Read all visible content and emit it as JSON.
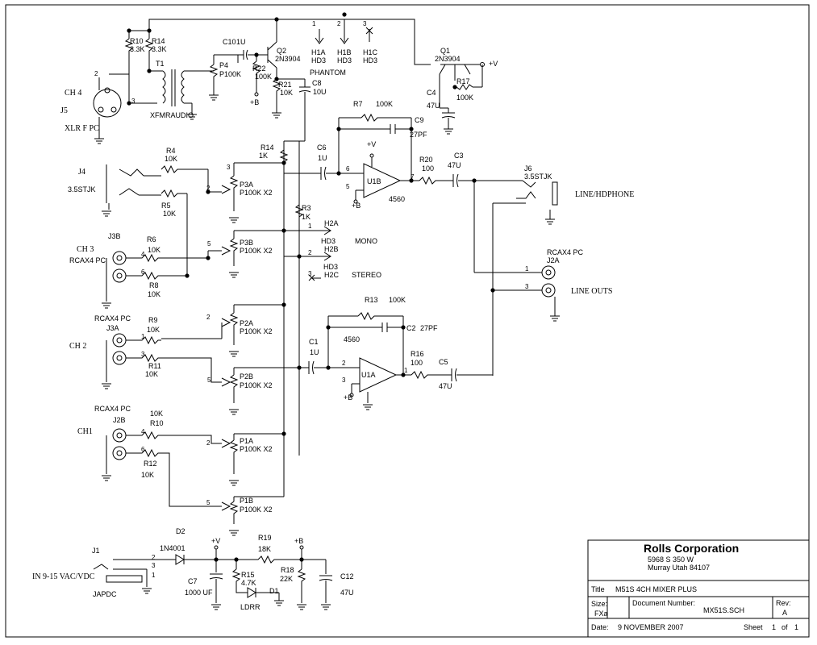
{
  "connector_labels": {
    "ch4": "CH 4",
    "j5": "J5",
    "xlr": "XLR F PC",
    "xfmr": "XFMRAUDIO",
    "t1": "T1",
    "j4": "J4",
    "j4_type": "3.5STJK",
    "ch3": "CH 3",
    "j3b": "J3B",
    "rcax4_ch3": "RCAX4 PC",
    "rcax4_ch2": "RCAX4 PC",
    "j3a": "J3A",
    "ch2": "CH 2",
    "rcax4_ch1": "RCAX4 PC",
    "j2b": "J2B",
    "ch1": "CH1",
    "j6": "J6",
    "j6_type": "3.5STJK",
    "line_hdphone": "LINE/HDPHONE",
    "rcax4_out": "RCAX4 PC",
    "j2a": "J2A",
    "line_outs": "LINE OUTS",
    "j1": "J1",
    "power_in": "IN 9-15 VAC/VDC",
    "japdc": "JAPDC"
  },
  "headers": {
    "h1a": "H1A",
    "h1b": "H1B",
    "h1c": "H1C",
    "hd3": "HD3",
    "phantom": "PHANTOM",
    "h2a": "H2A",
    "h2b": "H2B",
    "h2c": "H2C",
    "mono": "MONO",
    "stereo": "STEREO"
  },
  "components": {
    "r10": "R10",
    "r10v": "3.3K",
    "r14a": "R14",
    "r14av": "3.3K",
    "c10": "C10",
    "c10v": "1U",
    "p4": "P4",
    "p4v": "P100K",
    "q2": "Q2",
    "q2v": "2N3904",
    "r22": "R22",
    "r22v": "100K",
    "r21": "R21",
    "r21v": "10K",
    "c8": "C8",
    "c8v": "10U",
    "q1": "Q1",
    "q1v": "2N3904",
    "r17": "R17",
    "r17v": "100K",
    "c4": "C4",
    "c4v": "47U",
    "r7": "R7",
    "r7v": "100K",
    "c9": "C9",
    "c9v": "27PF",
    "r14": "R14",
    "r14v": "1K",
    "c6": "C6",
    "c6v": "1U",
    "u1b": "U1B",
    "u1bv": "4560",
    "r20": "R20",
    "r20v": "100",
    "c3": "C3",
    "c3v": "47U",
    "r4": "R4",
    "r4v": "10K",
    "r5": "R5",
    "r5v": "10K",
    "p3a": "P3A",
    "p3av": "P100K X2",
    "r3": "R3",
    "r3v": "1K",
    "p3b": "P3B",
    "p3bv": "P100K X2",
    "r6": "R6",
    "r6v": "10K",
    "r8": "R8",
    "r8v": "10K",
    "r13": "R13",
    "r13v": "100K",
    "c2": "C2",
    "c2v": "27PF",
    "u1a_part": "4560",
    "p2a": "P2A",
    "p2av": "P100K X2",
    "r9": "R9",
    "r9v": "10K",
    "c1": "C1",
    "c1v": "1U",
    "u1a": "U1A",
    "r16": "R16",
    "r16v": "100",
    "c5": "C5",
    "c5v": "47U",
    "r11": "R11",
    "r11v": "10K",
    "p2b": "P2B",
    "p2bv": "P100K X2",
    "r10b": "R10",
    "r10bv": "10K",
    "p1a": "P1A",
    "p1av": "P100K X2",
    "r12": "R12",
    "r12v": "10K",
    "p1b": "P1B",
    "p1bv": "P100K X2",
    "d2": "D2",
    "d2v": "1N4001",
    "r19": "R19",
    "r19v": "18K",
    "r15": "R15",
    "r15v": "4.7K",
    "d1": "D1",
    "ldrr": "LDRR",
    "r18": "R18",
    "r18v": "22K",
    "c7": "C7",
    "c7v": "1000 UF",
    "c12": "C12",
    "c12v": "47U"
  },
  "nets": {
    "vplus": "+V",
    "bplus": "+B"
  },
  "pins": {
    "p1": "1",
    "p2": "2",
    "p3": "3",
    "p4": "4",
    "p5": "5",
    "p6": "6",
    "p7": "7"
  },
  "title_block": {
    "company": "Rolls Corporation",
    "address1": "5968 S 350 W",
    "address2": "Murray Utah  84107",
    "title_label": "Title",
    "title_value": "M51S 4CH MIXER PLUS",
    "size_label": "Size:",
    "size_value": "FXa",
    "docnum_label": "Document Number:",
    "docnum_value": "MX51S.SCH",
    "rev_label": "Rev:",
    "rev_value": "A",
    "date_label": "Date:",
    "date_value": "9 NOVEMBER 2007",
    "sheet_label": "Sheet",
    "sheet_num": "1",
    "sheet_of": "of",
    "sheet_total": "1"
  }
}
